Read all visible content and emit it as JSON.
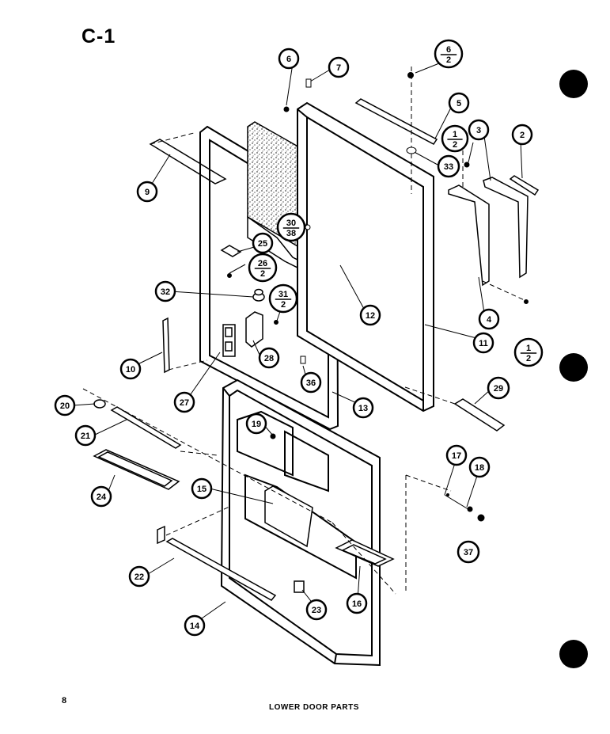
{
  "header": {
    "section_code": "C-1"
  },
  "footer": {
    "page_number": "8",
    "caption": "LOWER DOOR PARTS"
  },
  "callouts": [
    {
      "id": "c6",
      "text": "6"
    },
    {
      "id": "c7",
      "text": "7"
    },
    {
      "id": "c6-2",
      "num": "6",
      "den": "2"
    },
    {
      "id": "c5",
      "text": "5"
    },
    {
      "id": "c1-2a",
      "num": "1",
      "den": "2"
    },
    {
      "id": "c3",
      "text": "3"
    },
    {
      "id": "c2",
      "text": "2"
    },
    {
      "id": "c33",
      "text": "33"
    },
    {
      "id": "c9",
      "text": "9"
    },
    {
      "id": "c30-38",
      "num": "30",
      "den": "38"
    },
    {
      "id": "c25",
      "text": "25"
    },
    {
      "id": "c26-2",
      "num": "26",
      "den": "2"
    },
    {
      "id": "c32",
      "text": "32"
    },
    {
      "id": "c31-2",
      "num": "31",
      "den": "2"
    },
    {
      "id": "c12",
      "text": "12"
    },
    {
      "id": "c4",
      "text": "4"
    },
    {
      "id": "c11",
      "text": "11"
    },
    {
      "id": "c1-2b",
      "num": "1",
      "den": "2"
    },
    {
      "id": "c10",
      "text": "10"
    },
    {
      "id": "c28",
      "text": "28"
    },
    {
      "id": "c27",
      "text": "27"
    },
    {
      "id": "c36",
      "text": "36"
    },
    {
      "id": "c13",
      "text": "13"
    },
    {
      "id": "c29",
      "text": "29"
    },
    {
      "id": "c20",
      "text": "20"
    },
    {
      "id": "c21",
      "text": "21"
    },
    {
      "id": "c19",
      "text": "19"
    },
    {
      "id": "c24",
      "text": "24"
    },
    {
      "id": "c15",
      "text": "15"
    },
    {
      "id": "c17",
      "text": "17"
    },
    {
      "id": "c18",
      "text": "18"
    },
    {
      "id": "c37",
      "text": "37"
    },
    {
      "id": "c22",
      "text": "22"
    },
    {
      "id": "c16",
      "text": "16"
    },
    {
      "id": "c23",
      "text": "23"
    },
    {
      "id": "c14",
      "text": "14"
    }
  ]
}
